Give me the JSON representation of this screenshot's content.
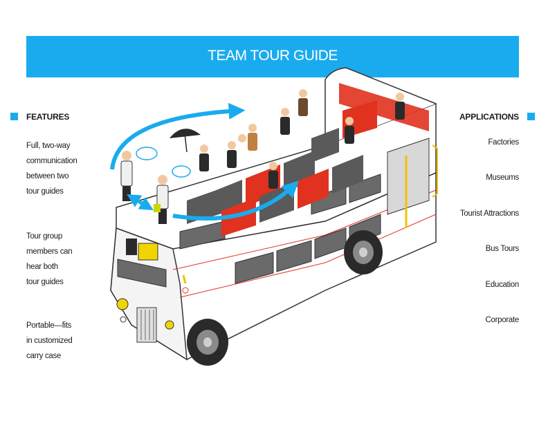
{
  "header": {
    "title": "TEAM TOUR GUIDE"
  },
  "features": {
    "heading": "FEATURES",
    "items": [
      {
        "lines": [
          "Full, two-way",
          "communication",
          "between two",
          "tour guides"
        ]
      },
      {
        "lines": [
          "Tour group",
          "members can",
          "hear both",
          "tour guides"
        ]
      },
      {
        "lines": [
          "Portable—fits",
          "in customized",
          "carry case"
        ]
      }
    ]
  },
  "applications": {
    "heading": "APPLICATIONS",
    "items": [
      "Factories",
      "Museums",
      "Tourist Attractions",
      "Bus Tours",
      "Education",
      "Corporate"
    ]
  },
  "colors": {
    "accent": "#1aabee",
    "seat_red": "#e0321e",
    "seat_grey": "#5a5a5a"
  },
  "illustration": {
    "icon": "double-decker-tour-bus-illustration"
  }
}
